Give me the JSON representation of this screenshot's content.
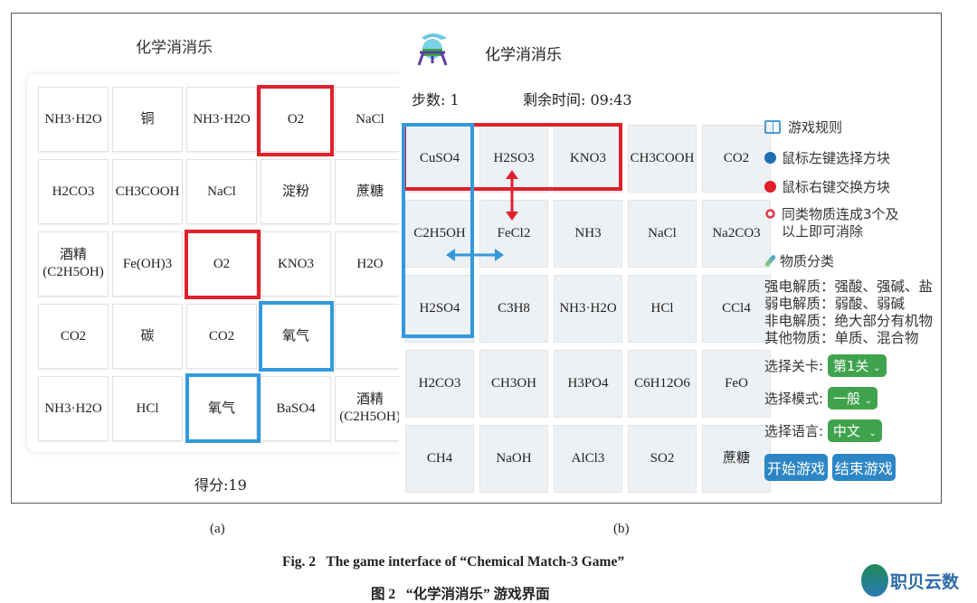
{
  "panel_a": {
    "title": "化学消消乐",
    "grid": [
      [
        "NH3·H2O",
        "铜",
        "NH3·H2O",
        "O2",
        "NaCl"
      ],
      [
        "H2CO3",
        "CH3COOH",
        "NaCl",
        "淀粉",
        "蔗糖"
      ],
      [
        "酒精(C2H5OH)",
        "Fe(OH)3",
        "O2",
        "KNO3",
        "H2O"
      ],
      [
        "CO2",
        "碳",
        "CO2",
        "氧气",
        ""
      ],
      [
        "NH3·H2O",
        "HCl",
        "氧气",
        "BaSO4",
        "酒精(C2H5OH)"
      ]
    ],
    "score": "得分:19",
    "label": "(a)"
  },
  "panel_b": {
    "title": "化学消消乐",
    "steps": "步数: 1",
    "time": "剩余时间: 09:43",
    "grid": [
      [
        "CuSO4",
        "H2SO3",
        "KNO3",
        "CH3COOH",
        "CO2"
      ],
      [
        "C2H5OH",
        "FeCl2",
        "NH3",
        "NaCl",
        "Na2CO3"
      ],
      [
        "H2SO4",
        "C3H8",
        "NH3·H2O",
        "HCl",
        "CCl4"
      ],
      [
        "H2CO3",
        "CH3OH",
        "H3PO4",
        "C6H12O6",
        "FeO"
      ],
      [
        "CH4",
        "NaOH",
        "AlCl3",
        "SO2",
        "蔗糖"
      ]
    ],
    "rules_title": "游戏规则",
    "rule_left": "鼠标左键选择方块",
    "rule_right": "鼠标右键交换方块",
    "rule_match_1": "同类物质连成3个及",
    "rule_match_2": "以上即可消除",
    "classify_title": "物质分类",
    "classes": [
      "强电解质：强酸、强碱、盐",
      "弱电解质：弱酸、弱碱",
      "非电解质：绝大部分有机物",
      "其他物质：单质、混合物"
    ],
    "level_label": "选择关卡:",
    "level_value": "第1关",
    "mode_label": "选择模式:",
    "mode_value": "一般",
    "lang_label": "选择语言:",
    "lang_value": "中文",
    "start": "开始游戏",
    "end": "结束游戏",
    "label": "(b)"
  },
  "caption_en": "Fig. 2   The game interface of “Chemical Match-3 Game”",
  "caption_zh": "图 2   “化学消消乐” 游戏界面",
  "watermark": "职贝云数",
  "colors": {
    "select": "#e0202b",
    "swap": "#3399dd",
    "dropdown": "#3fa34d",
    "button": "#2c86c6"
  }
}
